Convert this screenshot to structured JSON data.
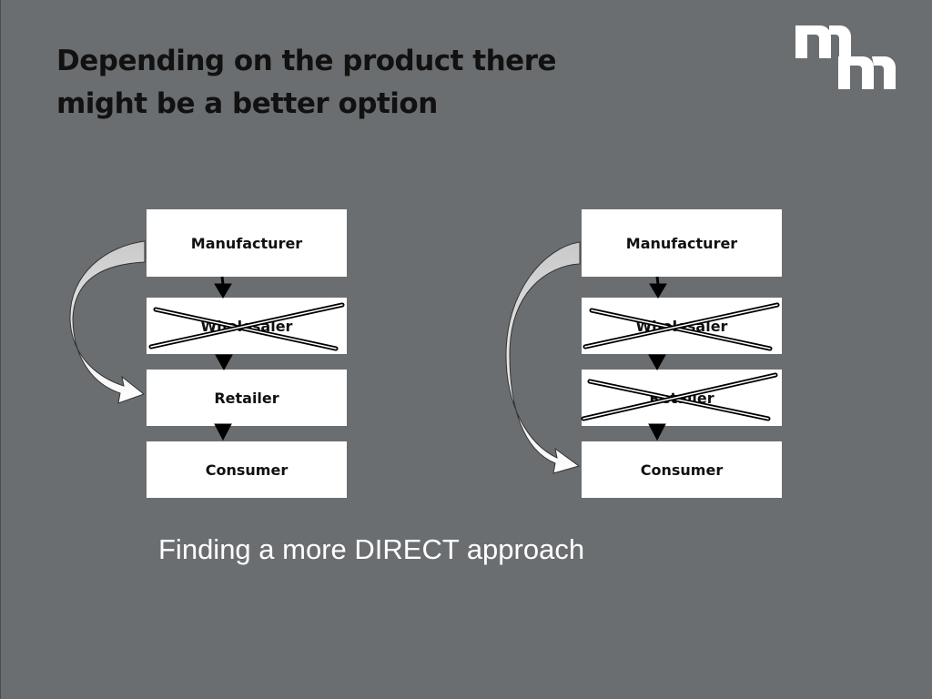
{
  "slide": {
    "title_lines": [
      "Depending on the product there",
      "might be a better option"
    ],
    "caption": "Finding a more DIRECT approach",
    "logo_text": "mm"
  },
  "diagrams": [
    {
      "boxes": [
        {
          "label": "Manufacturer",
          "crossed_out": false
        },
        {
          "label": "Wholesaler",
          "crossed_out": true
        },
        {
          "label": "Retailer",
          "crossed_out": false
        },
        {
          "label": "Consumer",
          "crossed_out": false
        }
      ],
      "bypass_arrow": {
        "from": "Manufacturer",
        "to": "Retailer"
      }
    },
    {
      "boxes": [
        {
          "label": "Manufacturer",
          "crossed_out": false
        },
        {
          "label": "Wholesaler",
          "crossed_out": true
        },
        {
          "label": "Retailer",
          "crossed_out": true
        },
        {
          "label": "Consumer",
          "crossed_out": false
        }
      ],
      "bypass_arrow": {
        "from": "Manufacturer",
        "to": "Consumer"
      }
    }
  ],
  "colors": {
    "background": "#6b6e70",
    "box_fill": "#ffffff",
    "title_text": "#111111",
    "caption_text": "#ffffff",
    "logo": "#ffffff"
  }
}
